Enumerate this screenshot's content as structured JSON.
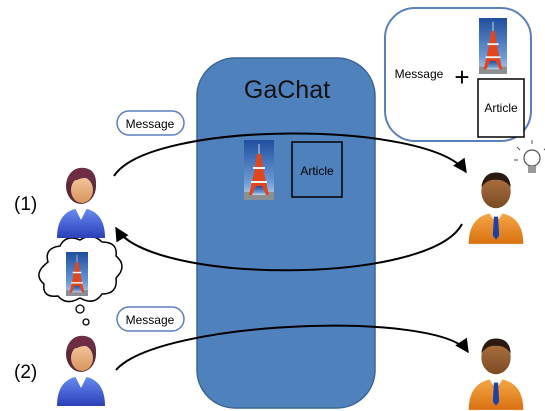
{
  "diagram": {
    "hub_title": "GaChat",
    "message_label": "Message",
    "article_label": "Article",
    "plus_sign": "+",
    "scenario_labels": [
      "(1)",
      "(2)"
    ],
    "colors": {
      "hub_fill": "#4f81bd",
      "hub_stroke": "#3a6594",
      "tag_stroke": "#5b7fbf",
      "sender_shirt": "#3a53c9",
      "receiver_suit": "#e9821f"
    },
    "icons": [
      "female-user-icon",
      "male-user-icon",
      "lightbulb-icon",
      "thought-bubble-icon",
      "tower-photo-icon"
    ]
  }
}
